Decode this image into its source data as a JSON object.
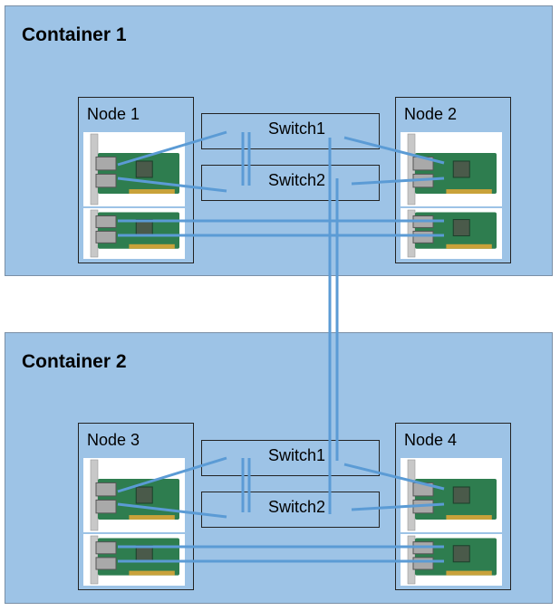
{
  "containers": [
    {
      "title": "Container 1",
      "nodes": [
        {
          "label": "Node 1"
        },
        {
          "label": "Node 2"
        }
      ],
      "switches": [
        {
          "label": "Switch1"
        },
        {
          "label": "Switch2"
        }
      ]
    },
    {
      "title": "Container 2",
      "nodes": [
        {
          "label": "Node 3"
        },
        {
          "label": "Node 4"
        }
      ],
      "switches": [
        {
          "label": "Switch1"
        },
        {
          "label": "Switch2"
        }
      ]
    }
  ],
  "colors": {
    "container_fill": "#9dc3e6",
    "link": "#5b9bd5",
    "nic_board": "#2e7d4f",
    "nic_bracket": "#c8c8c8"
  },
  "icons": {
    "nic": "network-interface-card-icon"
  }
}
